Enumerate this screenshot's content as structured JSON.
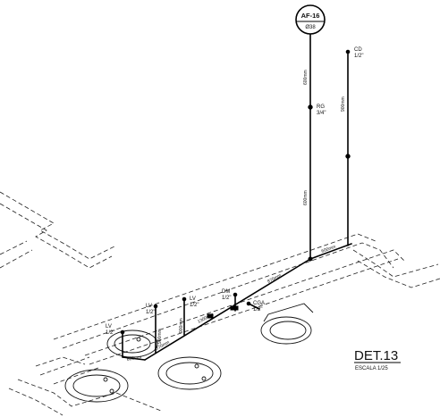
{
  "tag": {
    "code": "AF-16",
    "sub": "Ø38"
  },
  "detail": {
    "title": "DET.13",
    "scale": "ESCALA 1/25"
  },
  "fixtures": [
    {
      "id": "lv1",
      "name": "LV",
      "size": "1/2\""
    },
    {
      "id": "lv2",
      "name": "LV",
      "size": "1/2\""
    },
    {
      "id": "lv3",
      "name": "LV",
      "size": "1/2\""
    },
    {
      "id": "dm",
      "name": "DM",
      "size": "1/2\""
    },
    {
      "id": "cga",
      "name": "CGA",
      "size": "1/2\""
    },
    {
      "id": "rg",
      "name": "RG",
      "size": "3/4\""
    },
    {
      "id": "cd",
      "name": "CD",
      "size": "1/2\""
    }
  ],
  "dims": {
    "riser_upper": "600mm",
    "riser_lower": "600mm",
    "cd_riser": "900mm",
    "h1": "600mm",
    "h2": "870mm",
    "h3": "1300mm",
    "h4": "870mm",
    "h5": "600mm",
    "v1": "900mm",
    "v2": "900mm"
  },
  "colors": {
    "line": "#111111",
    "background": "#ffffff"
  }
}
